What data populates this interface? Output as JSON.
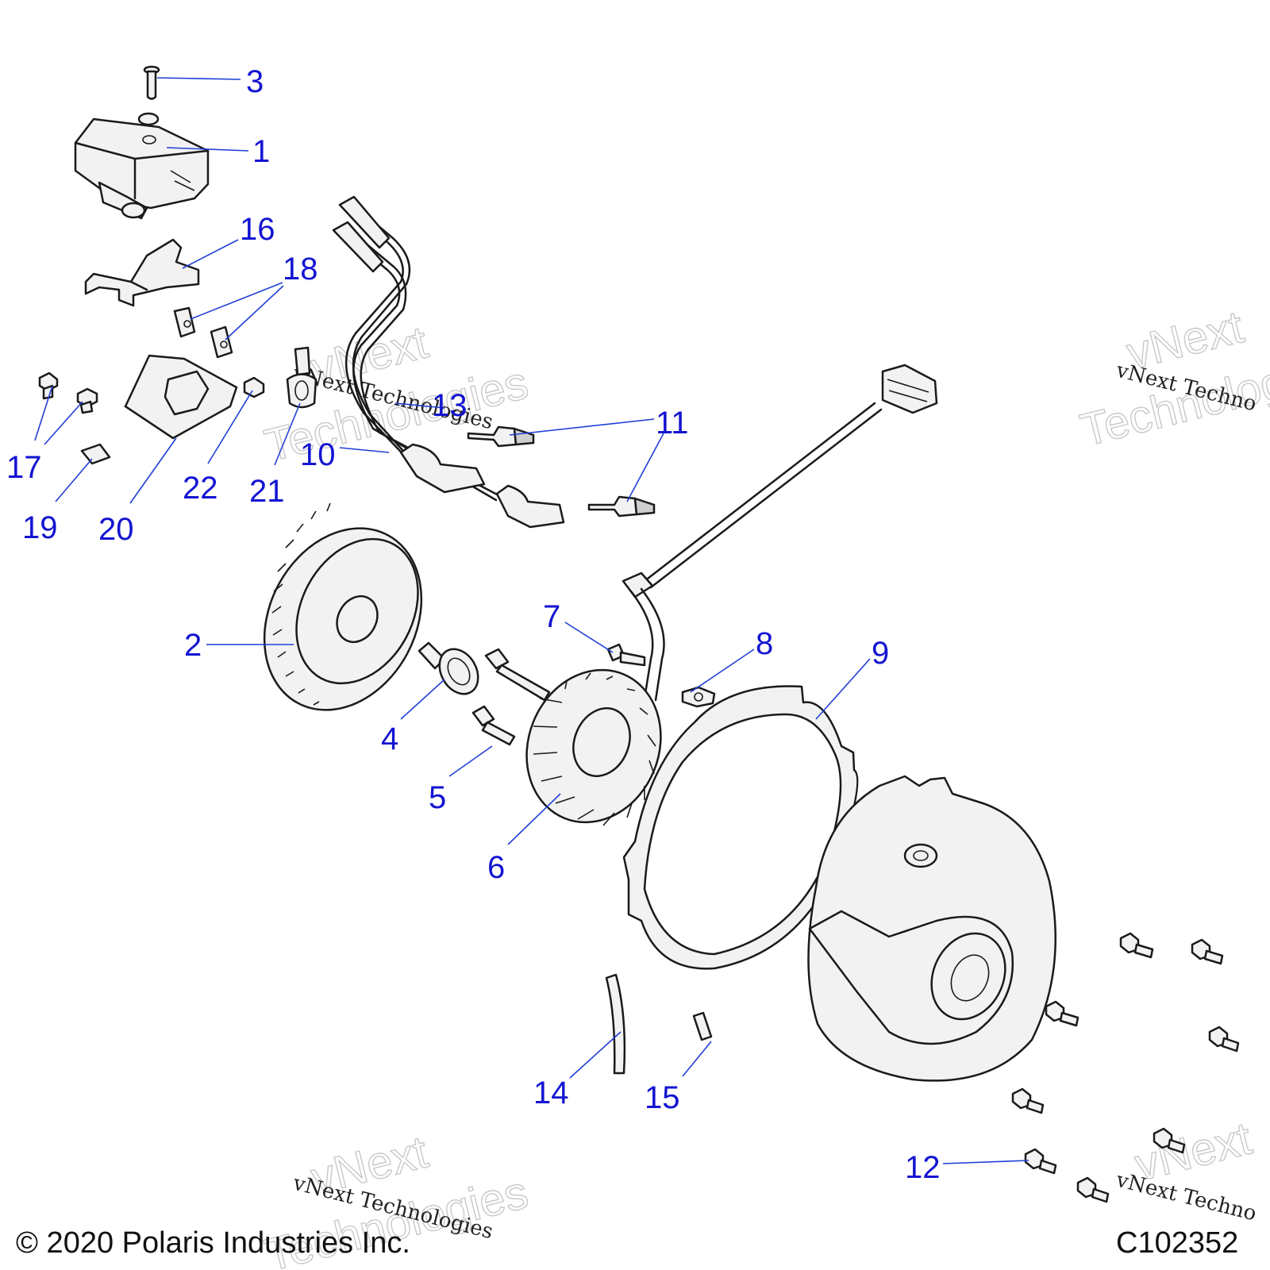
{
  "diagram": {
    "callouts": [
      {
        "id": "1",
        "label": "1"
      },
      {
        "id": "2",
        "label": "2"
      },
      {
        "id": "3",
        "label": "3"
      },
      {
        "id": "4",
        "label": "4"
      },
      {
        "id": "5",
        "label": "5"
      },
      {
        "id": "6",
        "label": "6"
      },
      {
        "id": "7",
        "label": "7"
      },
      {
        "id": "8",
        "label": "8"
      },
      {
        "id": "9",
        "label": "9"
      },
      {
        "id": "10",
        "label": "10"
      },
      {
        "id": "11",
        "label": "11"
      },
      {
        "id": "12",
        "label": "12"
      },
      {
        "id": "13",
        "label": "13"
      },
      {
        "id": "14",
        "label": "14"
      },
      {
        "id": "15",
        "label": "15"
      },
      {
        "id": "16",
        "label": "16"
      },
      {
        "id": "17",
        "label": "17"
      },
      {
        "id": "18",
        "label": "18"
      },
      {
        "id": "19",
        "label": "19"
      },
      {
        "id": "20",
        "label": "20"
      },
      {
        "id": "21",
        "label": "21"
      },
      {
        "id": "22",
        "label": "22"
      }
    ],
    "copyright": "© 2020 Polaris Industries Inc.",
    "figure_code": "C102352"
  },
  "watermark": {
    "line1": "vNext",
    "line2": "Technologies",
    "small": "vNext Technologies",
    "small_cut": "vNext Techno"
  },
  "colors": {
    "callout": "#1414d2",
    "leader": "#1f3fd6",
    "linework": "#1a1a1a",
    "fill": "#f2f2f2"
  }
}
